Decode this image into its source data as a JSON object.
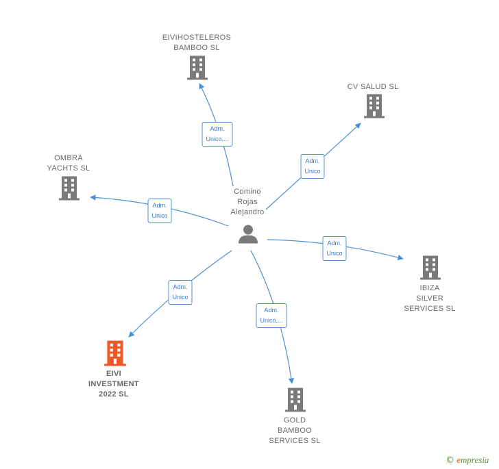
{
  "colors": {
    "edge": "#4a90d9",
    "node": "#7a7a7a",
    "highlight": "#f05a28",
    "person": "#7a7a7a"
  },
  "center": {
    "label": "Comino\nRojas\nAlejandro"
  },
  "nodes": [
    {
      "label": "EIVIHOSTELEROS\nBAMBOO  SL",
      "highlight": false
    },
    {
      "label": "CV SALUD  SL",
      "highlight": false
    },
    {
      "label": "OMBRA\nYACHTS  SL",
      "highlight": false
    },
    {
      "label": "IBIZA\nSILVER\nSERVICES  SL",
      "highlight": false
    },
    {
      "label": "EIVI\nINVESTMENT\n2022  SL",
      "highlight": true
    },
    {
      "label": "GOLD\nBAMBOO\nSERVICES  SL",
      "highlight": false
    }
  ],
  "edges": [
    {
      "label": "Adm.\nUnico,..."
    },
    {
      "label": "Adm.\nUnico"
    },
    {
      "label": "Adm.\nUnico"
    },
    {
      "label": "Adm.\nUnico"
    },
    {
      "label": "Adm.\nUnico"
    },
    {
      "label": "Adm.\nUnico,..."
    }
  ],
  "logo": {
    "copyright": "©",
    "brand_first": "e",
    "brand_rest": "mpresia"
  }
}
